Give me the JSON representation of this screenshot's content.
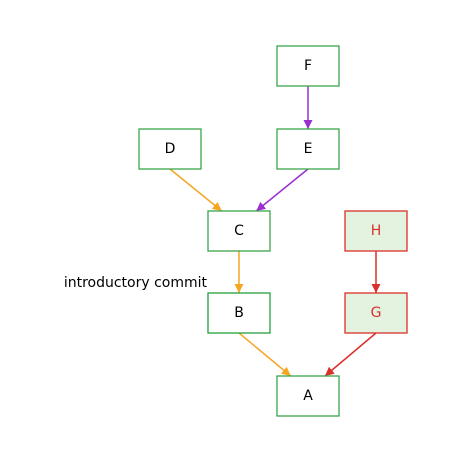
{
  "graph": {
    "nodes": [
      {
        "id": "F",
        "label": "F",
        "fill": "#ffffff",
        "stroke": "#3aa64a",
        "text": "#000000"
      },
      {
        "id": "E",
        "label": "E",
        "fill": "#ffffff",
        "stroke": "#3aa64a",
        "text": "#000000"
      },
      {
        "id": "D",
        "label": "D",
        "fill": "#ffffff",
        "stroke": "#3aa64a",
        "text": "#000000"
      },
      {
        "id": "C",
        "label": "C",
        "fill": "#ffffff",
        "stroke": "#3aa64a",
        "text": "#000000"
      },
      {
        "id": "H",
        "label": "H",
        "fill": "#e4f3df",
        "stroke": "#d9302c",
        "text": "#d9302c"
      },
      {
        "id": "G",
        "label": "G",
        "fill": "#e4f3df",
        "stroke": "#d9302c",
        "text": "#d9302c"
      },
      {
        "id": "B",
        "label": "B",
        "fill": "#ffffff",
        "stroke": "#23a03c",
        "text": "#000000",
        "highlight": true
      },
      {
        "id": "A",
        "label": "A",
        "fill": "#ffffff",
        "stroke": "#3aa64a",
        "text": "#000000"
      }
    ],
    "edges": [
      {
        "from": "F",
        "to": "E",
        "color": "#9b2fcf"
      },
      {
        "from": "E",
        "to": "C",
        "color": "#9b2fcf"
      },
      {
        "from": "D",
        "to": "C",
        "color": "#f5a623"
      },
      {
        "from": "C",
        "to": "B",
        "color": "#f5a623"
      },
      {
        "from": "B",
        "to": "A",
        "color": "#f5a623"
      },
      {
        "from": "H",
        "to": "G",
        "color": "#d9302c"
      },
      {
        "from": "G",
        "to": "A",
        "color": "#d9302c"
      }
    ],
    "annotation": {
      "target": "B",
      "text": "introductory commit"
    }
  }
}
